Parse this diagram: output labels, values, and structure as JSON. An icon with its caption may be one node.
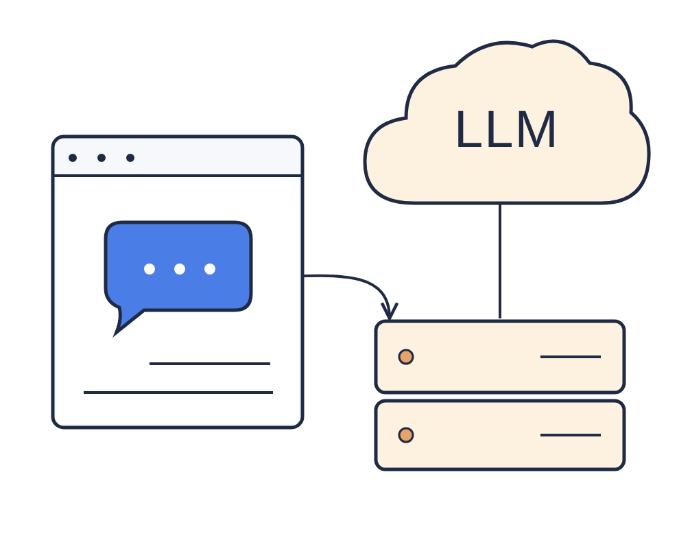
{
  "diagram": {
    "nodes": [
      {
        "text": [],
        "shape": "box"
      },
      {
        "text": [],
        "shape": "bubble",
        "in": 0
      },
      {
        "text": [
          "LLM"
        ]
      },
      {
        "text": [],
        "shape": "server"
      }
    ],
    "edges": [
      {
        "from": 1,
        "to": 3,
        "arrow": "to"
      },
      {
        "from": 3,
        "to": 2,
        "arrow": "none"
      }
    ]
  }
}
